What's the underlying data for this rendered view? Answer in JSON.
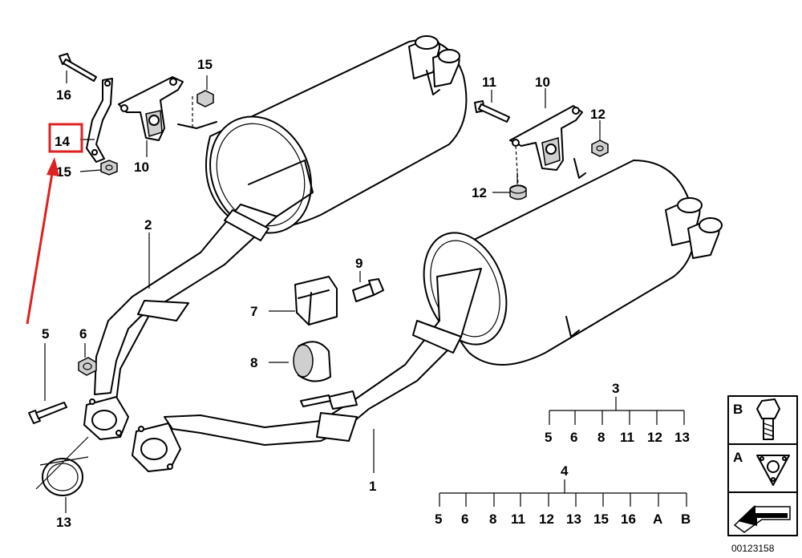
{
  "parts": [
    {
      "id": "p1",
      "label": "1"
    },
    {
      "id": "p2",
      "label": "2"
    },
    {
      "id": "p3",
      "label": "3"
    },
    {
      "id": "p4",
      "label": "4"
    },
    {
      "id": "p5",
      "label": "5"
    },
    {
      "id": "p6",
      "label": "6"
    },
    {
      "id": "p7",
      "label": "7"
    },
    {
      "id": "p8",
      "label": "8"
    },
    {
      "id": "p9",
      "label": "9"
    },
    {
      "id": "p10a",
      "label": "10"
    },
    {
      "id": "p10b",
      "label": "10"
    },
    {
      "id": "p11",
      "label": "11"
    },
    {
      "id": "p12a",
      "label": "12"
    },
    {
      "id": "p12b",
      "label": "12"
    },
    {
      "id": "p13",
      "label": "13"
    },
    {
      "id": "p14",
      "label": "14"
    },
    {
      "id": "p15a",
      "label": "15"
    },
    {
      "id": "p15b",
      "label": "15"
    },
    {
      "id": "p16",
      "label": "16"
    }
  ],
  "kit3": {
    "label": "3",
    "items": [
      "5",
      "6",
      "8",
      "11",
      "12",
      "13"
    ]
  },
  "kit4": {
    "label": "4",
    "items": [
      "5",
      "6",
      "8",
      "11",
      "12",
      "13",
      "15",
      "16",
      "A",
      "B"
    ]
  },
  "legend": {
    "b": "B",
    "a": "A"
  },
  "diagram_number": "00123158",
  "highlight": {
    "part": "14",
    "color": "#e02020"
  }
}
